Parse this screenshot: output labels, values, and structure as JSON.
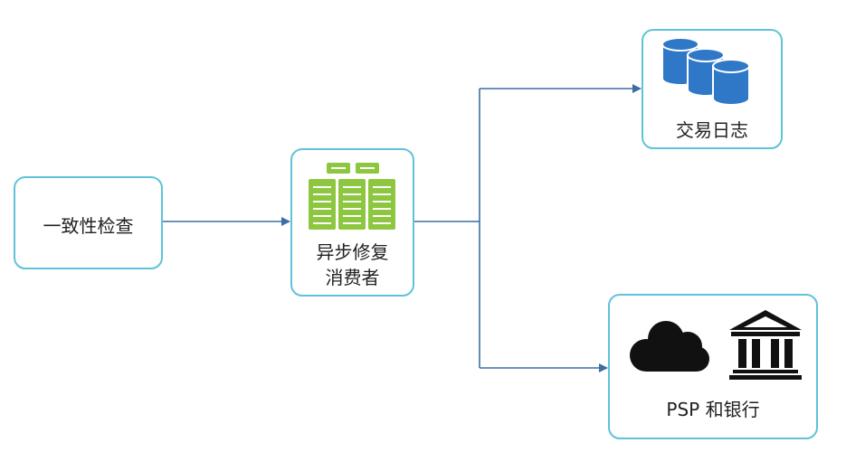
{
  "nodes": {
    "consistency_check": {
      "label": "一致性检查"
    },
    "async_repair_consumer": {
      "label_line1": "异步修复",
      "label_line2": "消费者",
      "icon": "server-rack-icon"
    },
    "transaction_log": {
      "label": "交易日志",
      "icon": "database-icon"
    },
    "psp_and_bank": {
      "label": "PSP 和银行",
      "icons": [
        "cloud-icon",
        "bank-icon"
      ]
    }
  },
  "colors": {
    "node_border": "#5ec3d9",
    "arrow": "#3b6ea5",
    "server_green": "#8dc63f",
    "database_blue": "#2e78c7",
    "icon_dark": "#111111"
  }
}
